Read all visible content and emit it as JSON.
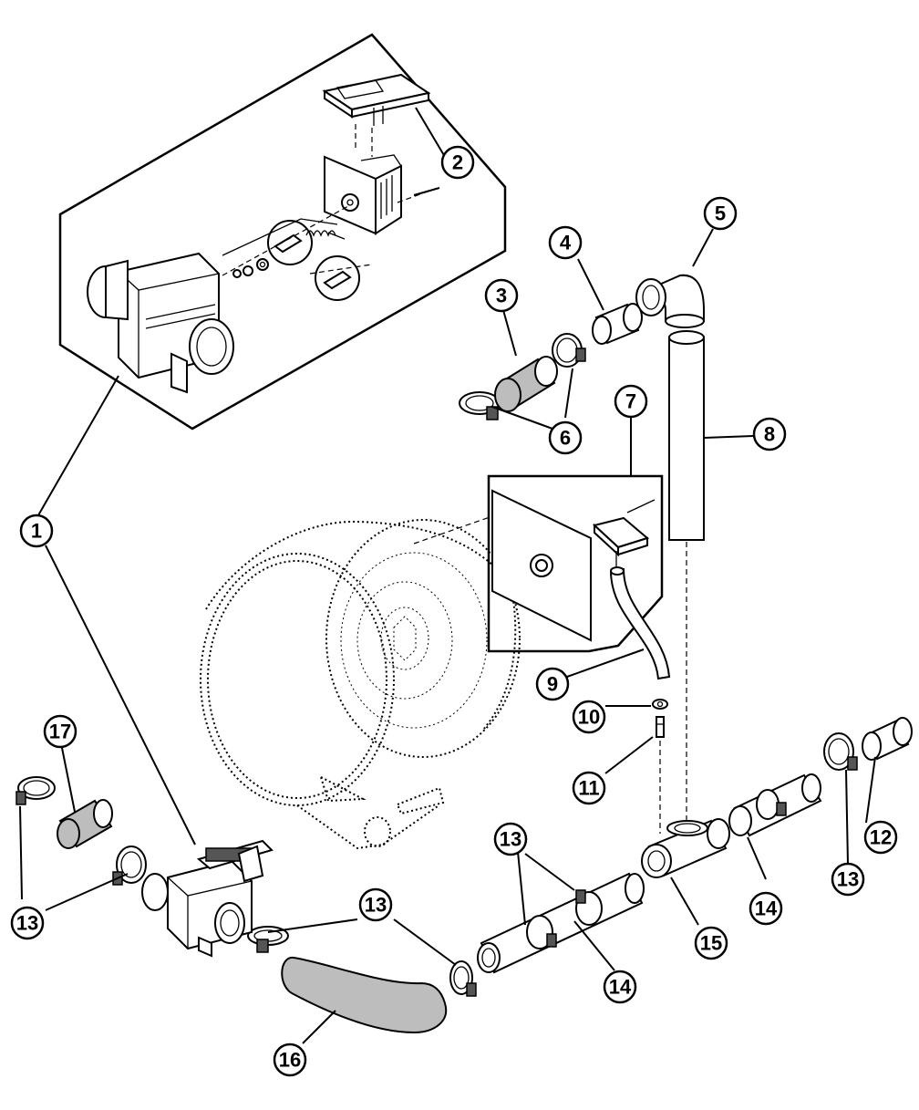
{
  "diagram": {
    "callouts": [
      {
        "id": "c1",
        "label": "1"
      },
      {
        "id": "c2",
        "label": "2"
      },
      {
        "id": "c3",
        "label": "3"
      },
      {
        "id": "c4",
        "label": "4"
      },
      {
        "id": "c5",
        "label": "5"
      },
      {
        "id": "c6",
        "label": "6"
      },
      {
        "id": "c7",
        "label": "7"
      },
      {
        "id": "c8",
        "label": "8"
      },
      {
        "id": "c9",
        "label": "9"
      },
      {
        "id": "c10",
        "label": "10"
      },
      {
        "id": "c11",
        "label": "11"
      },
      {
        "id": "c12",
        "label": "12"
      },
      {
        "id": "c13a",
        "label": "13"
      },
      {
        "id": "c13b",
        "label": "13"
      },
      {
        "id": "c13c",
        "label": "13"
      },
      {
        "id": "c13d",
        "label": "13"
      },
      {
        "id": "c14a",
        "label": "14"
      },
      {
        "id": "c14b",
        "label": "14"
      },
      {
        "id": "c15",
        "label": "15"
      },
      {
        "id": "c16",
        "label": "16"
      },
      {
        "id": "c17",
        "label": "17"
      }
    ]
  }
}
